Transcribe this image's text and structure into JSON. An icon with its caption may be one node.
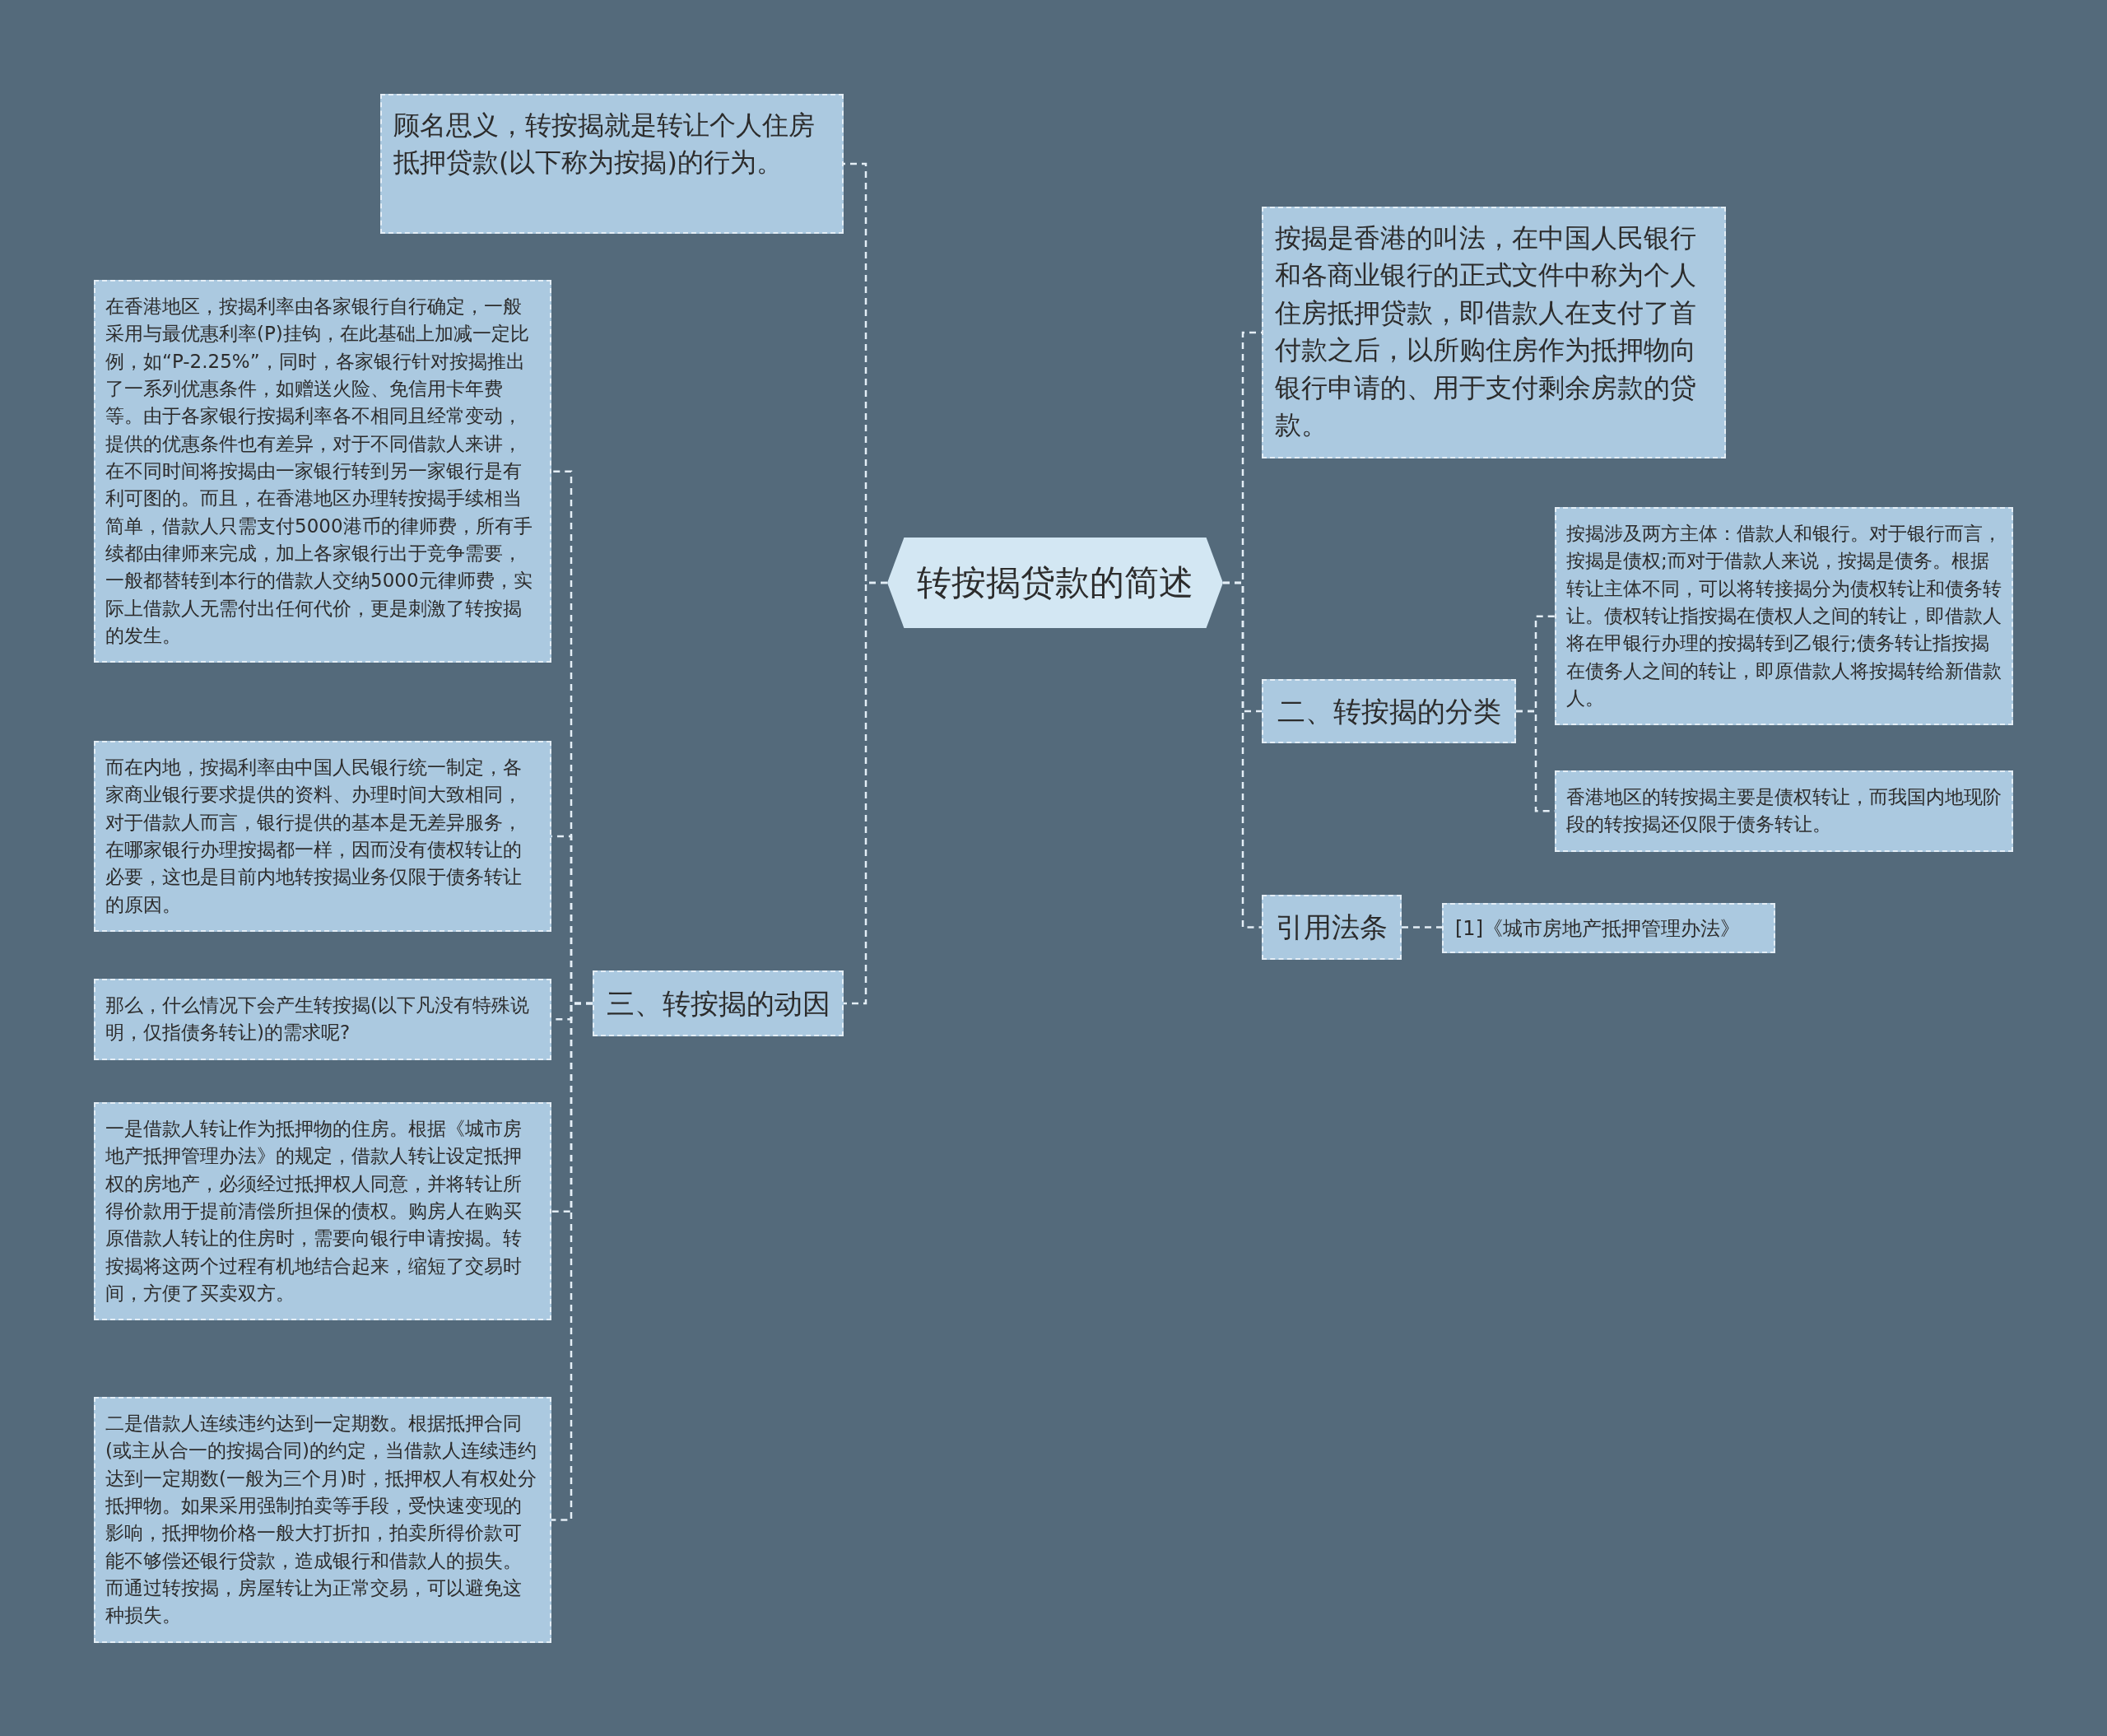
{
  "diagram": {
    "nodes": [
      {
        "text": [
          "转按揭贷款的简述"
        ]
      },
      {
        "text": [
          "顾名思义，转按揭就是转让个人住房抵押贷款(以下称为按揭)的行为。"
        ]
      },
      {
        "text": [
          "三、转按揭的动因"
        ]
      },
      {
        "text": [
          "在香港地区，按揭利率由各家银行自行确定，一般采用与最优惠利率(P)挂钩，在此基础上加减一定比例，如“P-2.25%”，同时，各家银行针对按揭推出了一系列优惠条件，如赠送火险、免信用卡年费等。由于各家银行按揭利率各不相同且经常变动，提供的优惠条件也有差异，对于不同借款人来讲，在不同时间将按揭由一家银行转到另一家银行是有利可图的。而且，在香港地区办理转按揭手续相当简单，借款人只需支付5000港币的律师费，所有手续都由律师来完成，加上各家银行出于竞争需要，一般都替转到本行的借款人交纳5000元律师费，实际上借款人无需付出任何代价，更是刺激了转按揭的发生。"
        ]
      },
      {
        "text": [
          "而在内地，按揭利率由中国人民银行统一制定，各家商业银行要求提供的资料、办理时间大致相同，对于借款人而言，银行提供的基本是无差异服务，在哪家银行办理按揭都一样，因而没有债权转让的必要，这也是目前内地转按揭业务仅限于债务转让的原因。"
        ]
      },
      {
        "text": [
          "那么，什么情况下会产生转按揭(以下凡没有特殊说明，仅指债务转让)的需求呢?"
        ]
      },
      {
        "text": [
          "一是借款人转让作为抵押物的住房。根据《城市房地产抵押管理办法》的规定，借款人转让设定抵押权的房地产，必须经过抵押权人同意，并将转让所得价款用于提前清偿所担保的债权。购房人在购买原借款人转让的住房时，需要向银行申请按揭。转按揭将这两个过程有机地结合起来，缩短了交易时间，方便了买卖双方。"
        ]
      },
      {
        "text": [
          "二是借款人连续违约达到一定期数。根据抵押合同(或主从合一的按揭合同)的约定，当借款人连续违约达到一定期数(一般为三个月)时，抵押权人有权处分抵押物。如果采用强制拍卖等手段，受快速变现的影响，抵押物价格一般大打折扣，拍卖所得价款可能不够偿还银行贷款，造成银行和借款人的损失。而通过转按揭，房屋转让为正常交易，可以避免这种损失。"
        ]
      },
      {
        "text": [
          "按揭是香港的叫法，在中国人民银行和各商业银行的正式文件中称为个人住房抵押贷款，即借款人在支付了首付款之后，以所购住房作为抵押物向银行申请的、用于支付剩余房款的贷款。"
        ]
      },
      {
        "text": [
          "二、转按揭的分类"
        ]
      },
      {
        "text": [
          "按揭涉及两方主体：借款人和银行。对于银行而言，按揭是债权;而对于借款人来说，按揭是债务。根据转让主体不同，可以将转接揭分为债权转让和债务转让。债权转让指按揭在债权人之间的转让，即借款人将在甲银行办理的按揭转到乙银行;债务转让指按揭在债务人之间的转让，即原借款人将按揭转给新借款人。"
        ]
      },
      {
        "text": [
          "香港地区的转按揭主要是债权转让，而我国内地现阶段的转按揭还仅限于债务转让。"
        ]
      },
      {
        "text": [
          "引用法条"
        ]
      },
      {
        "text": [
          "[1]《城市房地产抵押管理办法》"
        ]
      }
    ],
    "edges": [
      {
        "from": 0,
        "to": 1,
        "arrow": "none"
      },
      {
        "from": 0,
        "to": 2,
        "arrow": "none"
      },
      {
        "from": 2,
        "to": 3,
        "arrow": "none"
      },
      {
        "from": 2,
        "to": 4,
        "arrow": "none"
      },
      {
        "from": 2,
        "to": 5,
        "arrow": "none"
      },
      {
        "from": 2,
        "to": 6,
        "arrow": "none"
      },
      {
        "from": 2,
        "to": 7,
        "arrow": "none"
      },
      {
        "from": 0,
        "to": 8,
        "arrow": "none"
      },
      {
        "from": 0,
        "to": 9,
        "arrow": "none"
      },
      {
        "from": 9,
        "to": 10,
        "arrow": "none"
      },
      {
        "from": 9,
        "to": 11,
        "arrow": "none"
      },
      {
        "from": 0,
        "to": 12,
        "arrow": "none"
      },
      {
        "from": 12,
        "to": 13,
        "arrow": "none"
      }
    ]
  }
}
